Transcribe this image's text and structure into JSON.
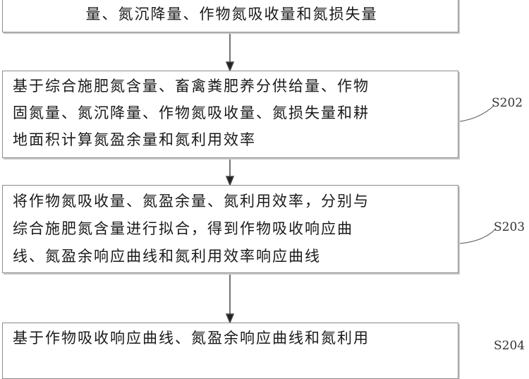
{
  "steps": [
    {
      "id": "",
      "lines": [
        "",
        "量、氮沉降量、作物氮吸收量和氮损失量"
      ]
    },
    {
      "id": "S202",
      "lines": [
        "基于综合施肥氮含量、畜禽粪肥养分供给量、作物",
        "固氮量、氮沉降量、作物氮吸收量、氮损失量和耕",
        "地面积计算氮盈余量和氮利用效率"
      ]
    },
    {
      "id": "S203",
      "lines": [
        "将作物氮吸收量、氮盈余量、氮利用效率，分别与",
        "综合施肥氮含量进行拟合，得到作物吸收响应曲",
        "线、氮盈余响应曲线和氮利用效率响应曲线"
      ]
    },
    {
      "id": "S204",
      "lines": [
        "基于作物吸收响应曲线、氮盈余响应曲线和氮利用"
      ]
    }
  ]
}
